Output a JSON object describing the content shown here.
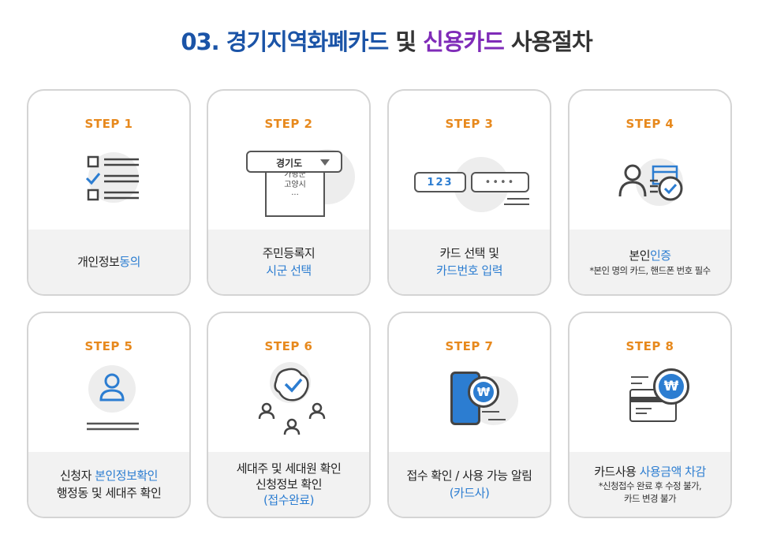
{
  "title": {
    "part1": "03. 경기지역화폐카드",
    "part2": " 및 ",
    "part3": "신용카드",
    "part4": " 사용절차"
  },
  "colors": {
    "title_blue": "#1b54a7",
    "title_purple": "#7f2bb8",
    "step_orange": "#e7891d",
    "highlight_blue": "#2c7dd1"
  },
  "steps": [
    {
      "label": "STEP 1",
      "icon": "checklist-icon",
      "line1": "개인정보",
      "line1_blue": "동의"
    },
    {
      "label": "STEP 2",
      "icon": "region-select-icon",
      "select_value": "경기도",
      "options": [
        "가평군",
        "고양시",
        "···"
      ],
      "line1": "주민등록지",
      "line2_blue": "시군 선택"
    },
    {
      "label": "STEP 3",
      "icon": "card-number-input-icon",
      "input_value": "123",
      "input_mask": "••••",
      "line1": "카드 선택 및",
      "line2_blue": "카드번호 입력"
    },
    {
      "label": "STEP 4",
      "icon": "identity-verify-icon",
      "line1": "본인",
      "line1_blue": "인증",
      "note": "*본인 명의 카드, 핸드폰 번호 필수"
    },
    {
      "label": "STEP 5",
      "icon": "user-profile-icon",
      "line1": "신청자 ",
      "line1_blue": "본인정보확인",
      "line2": "행정동 및 세대주 확인"
    },
    {
      "label": "STEP 6",
      "icon": "household-check-icon",
      "line1": "세대주 및 세대원 확인",
      "line2": "신청정보 확인",
      "line3_blue": "(접수완료)"
    },
    {
      "label": "STEP 7",
      "icon": "phone-alert-icon",
      "won_symbol": "₩",
      "line1": "접수 확인 / 사용 가능 알림",
      "line2_blue": "(카드사)"
    },
    {
      "label": "STEP 8",
      "icon": "card-deduct-icon",
      "won_symbol": "₩",
      "line1": "카드사용 ",
      "line1_blue": "사용금액 차감",
      "note1": "*신청접수 완료 후 수정 불가,",
      "note2": "카드 변경 불가"
    }
  ]
}
